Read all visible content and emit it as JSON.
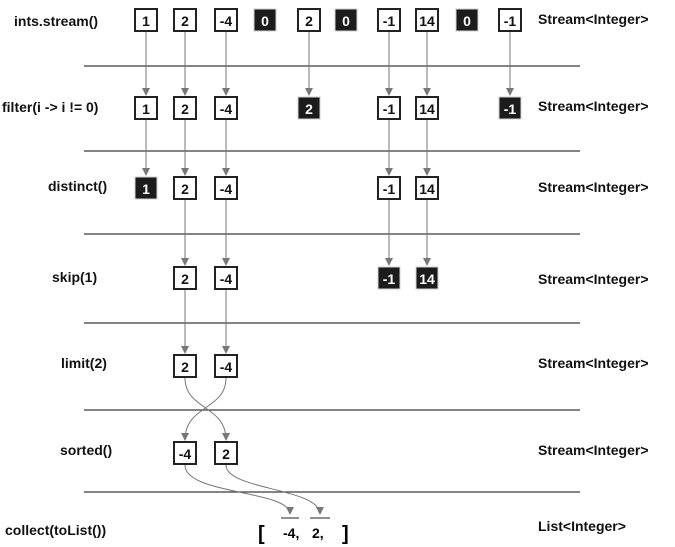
{
  "stages": [
    {
      "operation": "ints.stream()",
      "type": "Stream<Integer>",
      "items": [
        {
          "v": "1",
          "dropped": false
        },
        {
          "v": "2",
          "dropped": false
        },
        {
          "v": "-4",
          "dropped": false
        },
        {
          "v": "0",
          "dropped": true
        },
        {
          "v": "2",
          "dropped": false
        },
        {
          "v": "0",
          "dropped": true
        },
        {
          "v": "-1",
          "dropped": false
        },
        {
          "v": "14",
          "dropped": false
        },
        {
          "v": "0",
          "dropped": true
        },
        {
          "v": "-1",
          "dropped": false
        }
      ]
    },
    {
      "operation": "filter(i -> i != 0)",
      "type": "Stream<Integer>",
      "items": [
        {
          "v": "1",
          "dropped": false
        },
        {
          "v": "2",
          "dropped": false
        },
        {
          "v": "-4",
          "dropped": false
        },
        {
          "v": "2",
          "dropped": true
        },
        {
          "v": "-1",
          "dropped": false
        },
        {
          "v": "14",
          "dropped": false
        },
        {
          "v": "-1",
          "dropped": true
        }
      ]
    },
    {
      "operation": "distinct()",
      "type": "Stream<Integer>",
      "items": [
        {
          "v": "1",
          "dropped": true
        },
        {
          "v": "2",
          "dropped": false
        },
        {
          "v": "-4",
          "dropped": false
        },
        {
          "v": "-1",
          "dropped": false
        },
        {
          "v": "14",
          "dropped": false
        }
      ]
    },
    {
      "operation": "skip(1)",
      "type": "Stream<Integer>",
      "items": [
        {
          "v": "2",
          "dropped": false
        },
        {
          "v": "-4",
          "dropped": false
        },
        {
          "v": "-1",
          "dropped": true
        },
        {
          "v": "14",
          "dropped": true
        }
      ]
    },
    {
      "operation": "limit(2)",
      "type": "Stream<Integer>",
      "items": [
        {
          "v": "2",
          "dropped": false
        },
        {
          "v": "-4",
          "dropped": false
        }
      ]
    },
    {
      "operation": "sorted()",
      "type": "Stream<Integer>",
      "items": [
        {
          "v": "-4",
          "dropped": false
        },
        {
          "v": "2",
          "dropped": false
        }
      ]
    }
  ],
  "collect": {
    "operation": "collect(toList())",
    "type": "List<Integer>",
    "open_bracket": "[",
    "close_bracket": "]",
    "items": [
      "-4,",
      "2,"
    ]
  },
  "colors": {
    "dropped_fill": "#1c1c1c",
    "box_stroke": "#222222",
    "arrow": "#777777",
    "separator": "#3a3a3a"
  }
}
